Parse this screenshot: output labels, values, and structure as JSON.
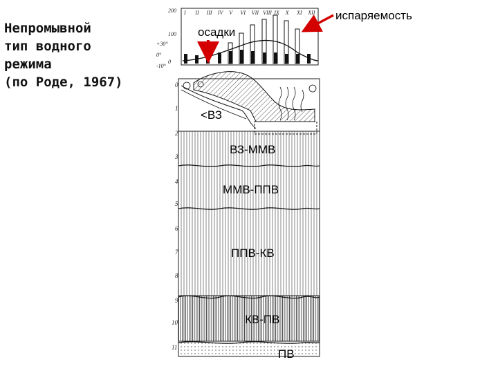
{
  "title": {
    "line1": "Непромывной",
    "line2": "тип водного",
    "line3": "режима",
    "line4": "(по Роде, 1967)"
  },
  "chart": {
    "months": [
      "I",
      "II",
      "III",
      "IV",
      "V",
      "VI",
      "VII",
      "VIII",
      "IX",
      "X",
      "XI",
      "XII"
    ],
    "precip_axis": [
      "200",
      "100",
      "0"
    ],
    "temp_axis": [
      "+30°",
      "0°",
      "-10°"
    ],
    "depth_ticks": [
      "0",
      "1",
      "2",
      "3",
      "4",
      "5",
      "6",
      "7",
      "8",
      "9",
      "10",
      "11"
    ]
  },
  "labels": {
    "evaporation": "испаряемость",
    "precipitation": "осадки",
    "zone_lt_vz": "<ВЗ",
    "zone_vz_mmv": "ВЗ-ММВ",
    "zone_mmv_ppv": "ММВ-ППВ",
    "zone_ppv_kv": "ППВ-КВ",
    "zone_kv_pv": "КВ-ПВ",
    "zone_pv": "ПВ"
  },
  "colors": {
    "arrow": "#d40000",
    "ink": "#1a1a1a"
  }
}
